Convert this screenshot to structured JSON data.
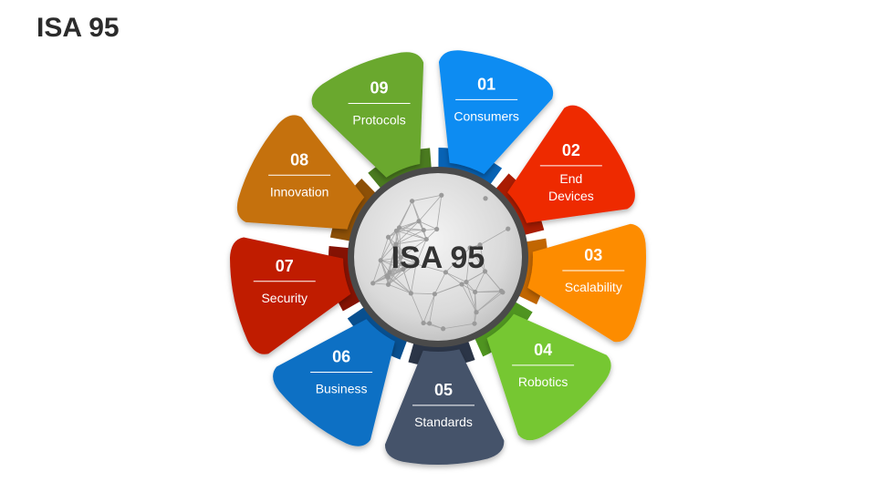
{
  "title": "ISA 95",
  "hub": {
    "label": "ISA 95"
  },
  "segments": [
    {
      "number": "01",
      "label": "Consumers",
      "color": "#0f8cf2",
      "dark": "#0762b4"
    },
    {
      "number": "02",
      "label": "End Devices",
      "color": "#ee2b05",
      "dark": "#a91c02"
    },
    {
      "number": "03",
      "label": "Scalability",
      "color": "#fd8c04",
      "dark": "#c16602"
    },
    {
      "number": "04",
      "label": "Robotics",
      "color": "#76c733",
      "dark": "#4f9420"
    },
    {
      "number": "05",
      "label": "Standards",
      "color": "#44526a",
      "dark": "#2b3547"
    },
    {
      "number": "06",
      "label": "Business",
      "color": "#0c6fc4",
      "dark": "#084f8f"
    },
    {
      "number": "07",
      "label": "Security",
      "color": "#c01b05",
      "dark": "#851203"
    },
    {
      "number": "08",
      "label": "Innovation",
      "color": "#c5710c",
      "dark": "#8d5007"
    },
    {
      "number": "09",
      "label": "Protocols",
      "color": "#6aa82f",
      "dark": "#4a7a1f"
    }
  ]
}
